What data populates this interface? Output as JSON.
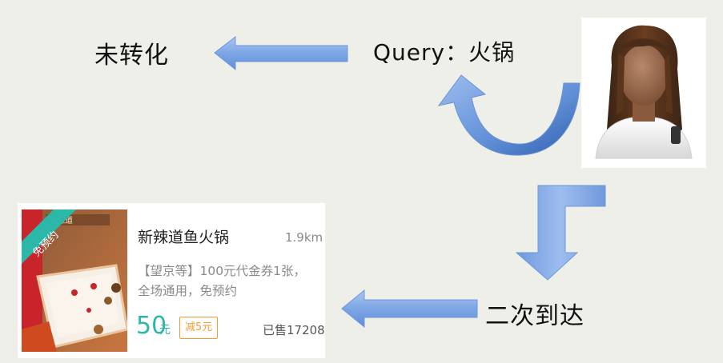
{
  "labels": {
    "query": "Query：火锅",
    "unconverted": "未转化",
    "second_visit": "二次到达"
  },
  "deal": {
    "photo_badge": "免预约",
    "photo_store": "新辣道",
    "title": "新辣道鱼火锅",
    "distance": "1.9km",
    "description": "【望京等】100元代金券1张，全场通用，免预约",
    "price": "50",
    "price_unit": "元",
    "discount": "减5元",
    "sold": "已售17208"
  },
  "colors": {
    "arrow_fill": "#7ea6e6",
    "arrow_dark": "#4e7cc6",
    "background": "#efefea",
    "price": "#2bb8a8",
    "discount": "#f29c38"
  },
  "icons": {
    "user": "user-avatar-icon"
  }
}
